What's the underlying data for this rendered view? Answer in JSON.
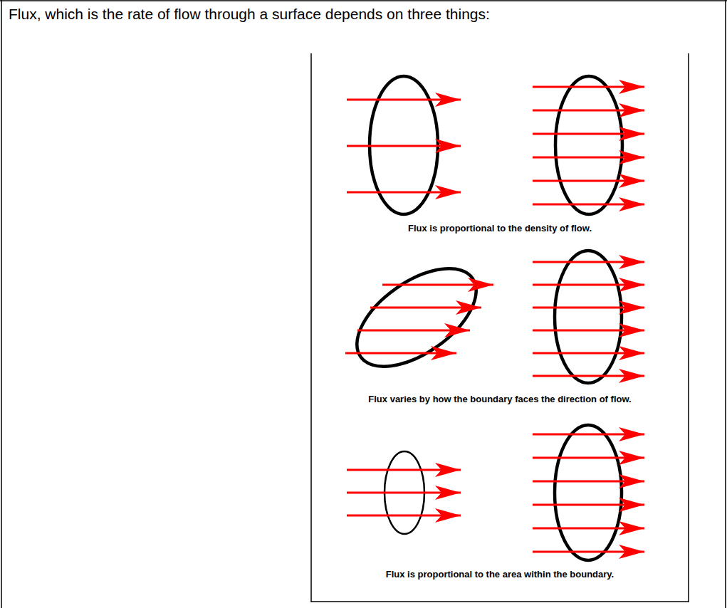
{
  "diagram": {
    "title": "Flux, which is the rate of flow through a surface depends on three things:",
    "labels": [
      "Flux is proportional to the density of flow.",
      "Flux varies by how the boundary faces the direction of flow.",
      "Flux is proportional to the area within the boundary."
    ]
  }
}
